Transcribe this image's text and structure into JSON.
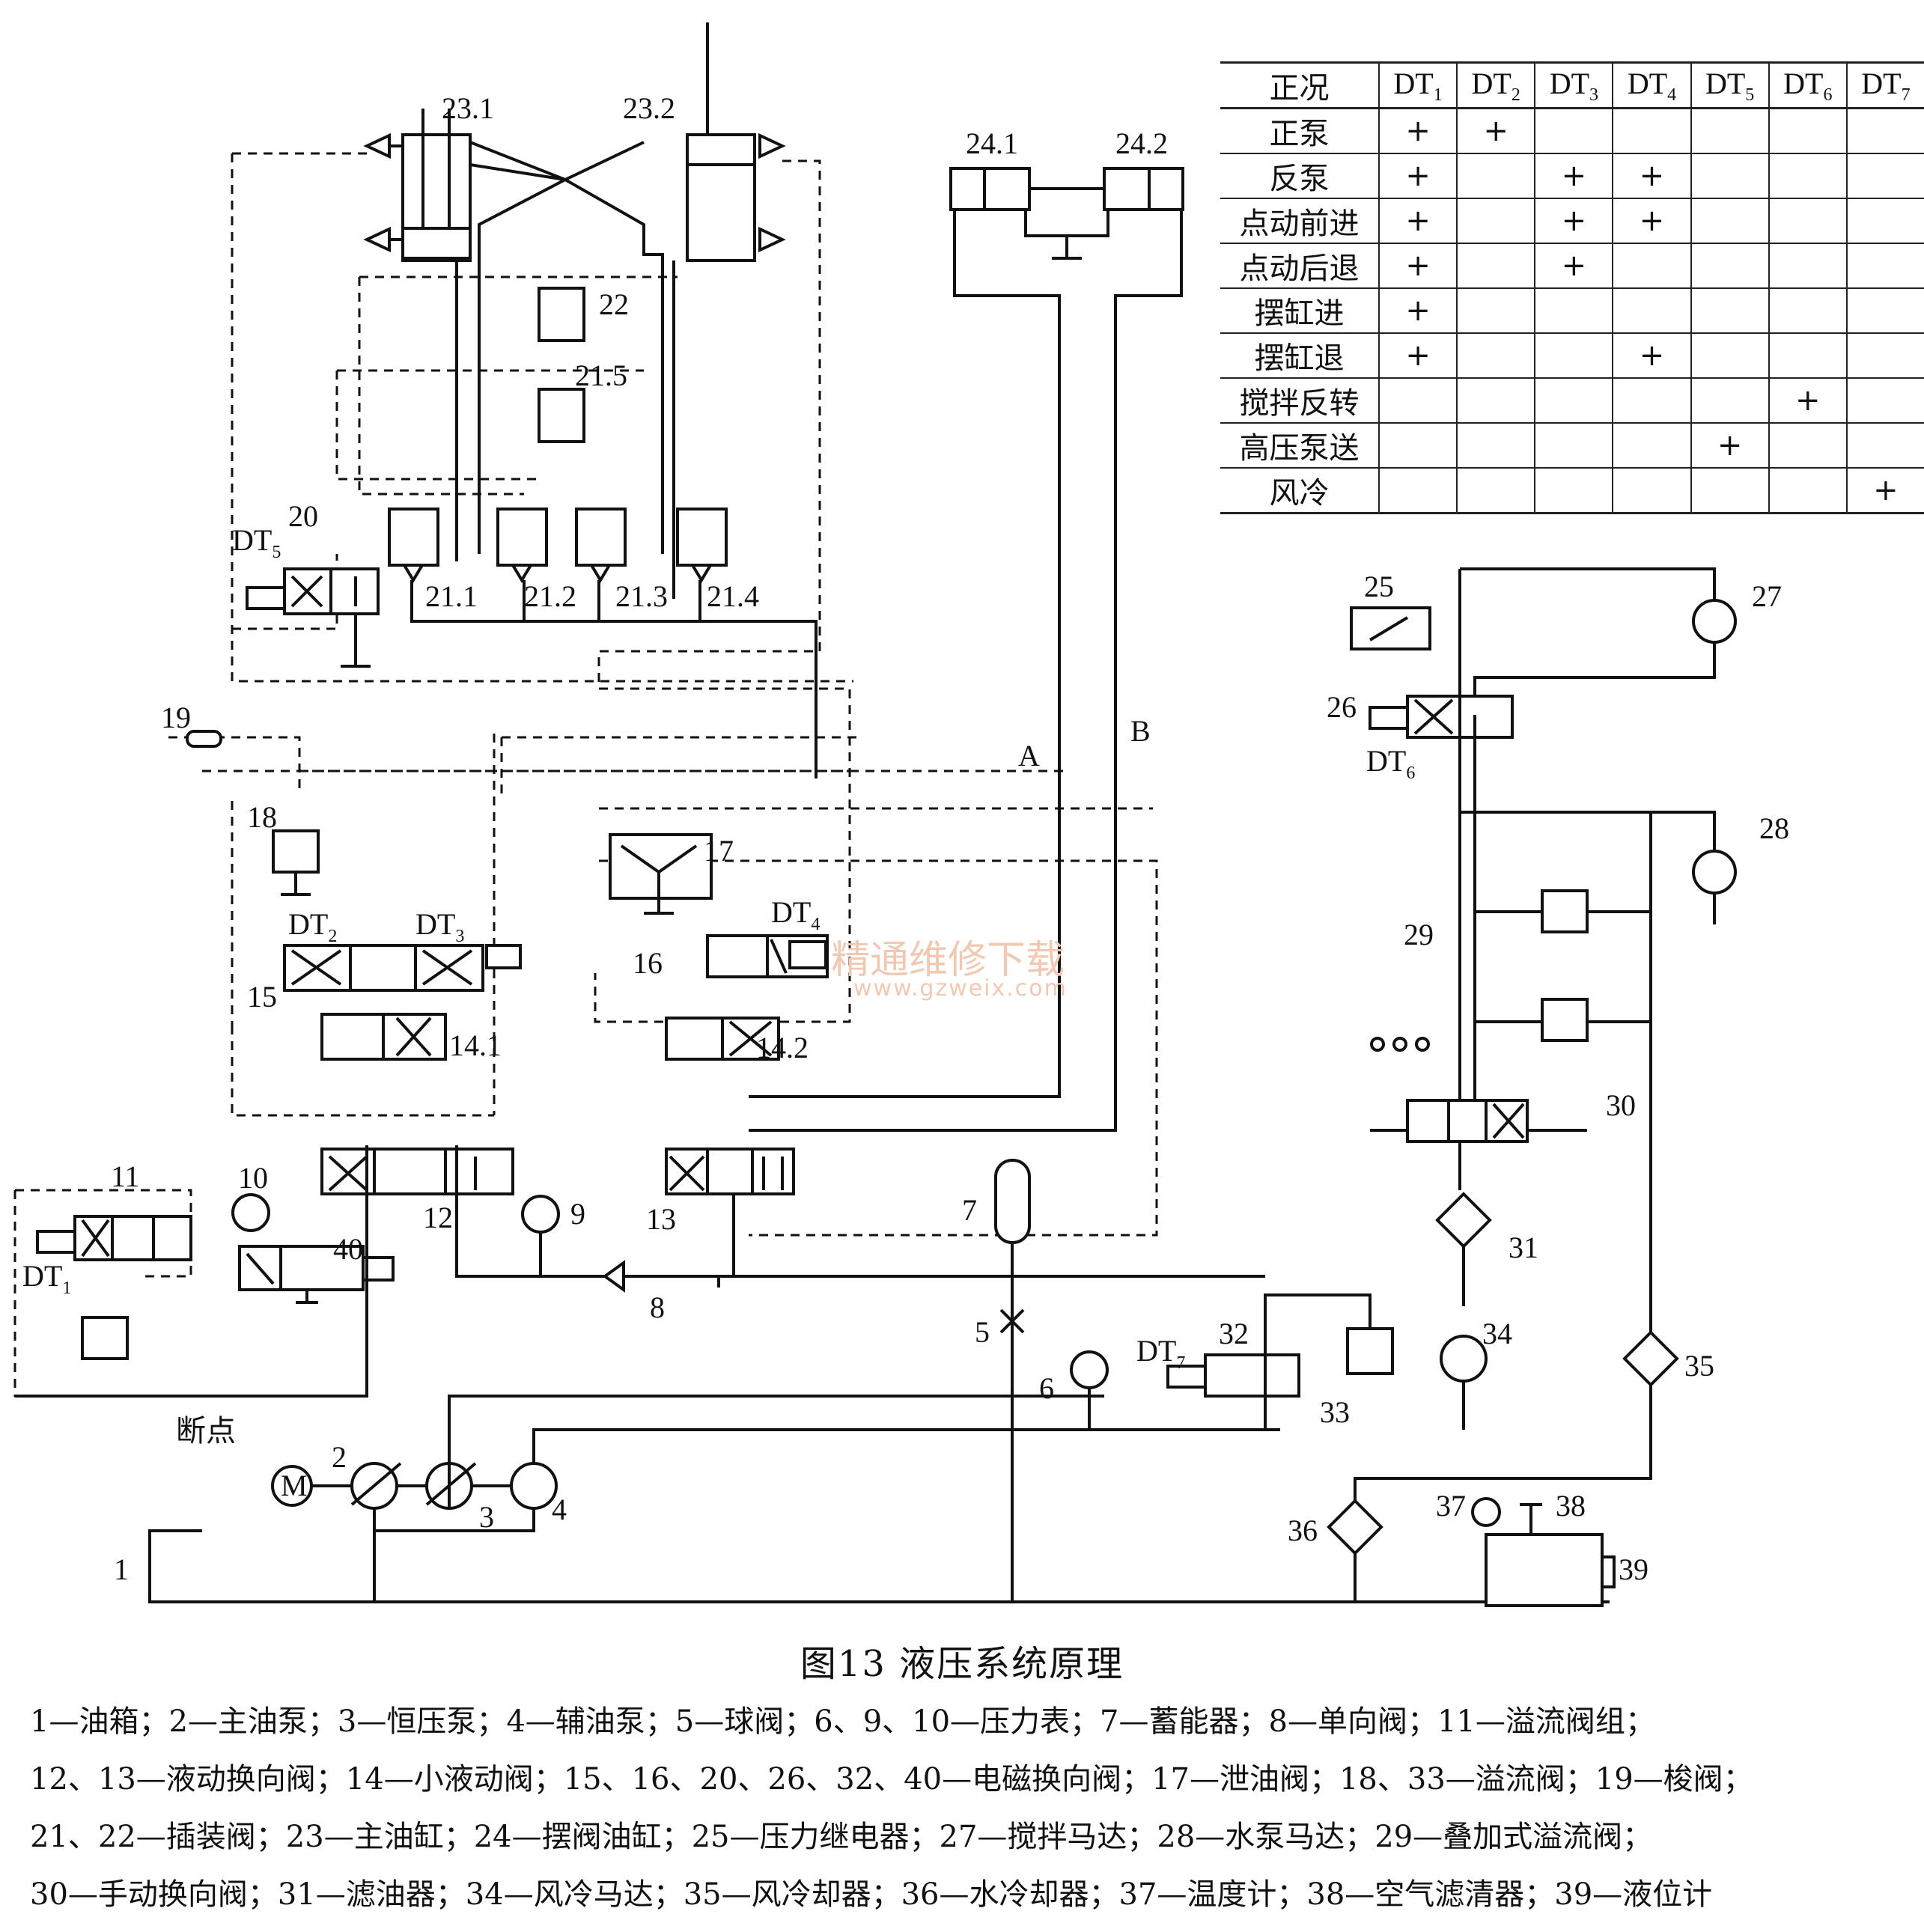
{
  "figure": {
    "caption": "图13    液压系统原理",
    "legend_lines": [
      "1—油箱；2—主油泵；3—恒压泵；4—辅油泵；5—球阀；6、9、10—压力表；7—蓄能器；8—单向阀；11—溢流阀组；",
      "12、13—液动换向阀；14—小液动阀；15、16、20、26、32、40—电磁换向阀；17—泄油阀；18、33—溢流阀；19—梭阀；",
      "21、22—插装阀；23—主油缸；24—摆阀油缸；25—压力继电器；27—搅拌马达；28—水泵马达；29—叠加式溢流阀；",
      "30—手动换向阀；31—滤油器；34—风冷马达；35—风冷却器；36—水冷却器；37—温度计；38—空气滤清器；39—液位计"
    ]
  },
  "watermark": {
    "text": "精通维修下载",
    "url": "www.gzweix.com"
  },
  "operation_table": {
    "corner": "正况",
    "headers": [
      {
        "base": "DT",
        "sub": "1"
      },
      {
        "base": "DT",
        "sub": "2"
      },
      {
        "base": "DT",
        "sub": "3"
      },
      {
        "base": "DT",
        "sub": "4"
      },
      {
        "base": "DT",
        "sub": "5"
      },
      {
        "base": "DT",
        "sub": "6"
      },
      {
        "base": "DT",
        "sub": "7"
      }
    ],
    "rows": [
      {
        "label": "正泵",
        "cells": [
          "+",
          "+",
          "",
          "",
          "",
          "",
          ""
        ]
      },
      {
        "label": "反泵",
        "cells": [
          "+",
          "",
          "+",
          "+",
          "",
          "",
          ""
        ]
      },
      {
        "label": "点动前进",
        "cells": [
          "+",
          "",
          "+",
          "+",
          "",
          "",
          ""
        ]
      },
      {
        "label": "点动后退",
        "cells": [
          "+",
          "",
          "+",
          "",
          "",
          "",
          ""
        ]
      },
      {
        "label": "摆缸进",
        "cells": [
          "+",
          "",
          "",
          "",
          "",
          "",
          ""
        ]
      },
      {
        "label": "摆缸退",
        "cells": [
          "+",
          "",
          "",
          "+",
          "",
          "",
          ""
        ]
      },
      {
        "label": "搅拌反转",
        "cells": [
          "",
          "",
          "",
          "",
          "",
          "+",
          ""
        ]
      },
      {
        "label": "高压泵送",
        "cells": [
          "",
          "",
          "",
          "",
          "+",
          "",
          ""
        ]
      },
      {
        "label": "风冷",
        "cells": [
          "",
          "",
          "",
          "",
          "",
          "",
          "+"
        ]
      }
    ]
  },
  "labels": {
    "c231": "23.1",
    "c232": "23.2",
    "c241": "24.1",
    "c242": "24.2",
    "v22": "22",
    "v215": "21.5",
    "v211": "21.1",
    "v212": "21.2",
    "v213": "21.3",
    "v214": "21.4",
    "v20": "20",
    "v19": "19",
    "v18": "18",
    "v17": "17",
    "v16": "16",
    "v15": "15",
    "v141": "14.1",
    "v142": "14.2",
    "v12": "12",
    "v13": "13",
    "v11": "11",
    "v10": "10",
    "v40": "40",
    "v9": "9",
    "v8": "8",
    "v7": "7",
    "v6": "6",
    "v5": "5",
    "n1": "1",
    "n2": "2",
    "n3": "3",
    "n4": "4",
    "motor": "M",
    "breakpoint": "断点",
    "pA": "A",
    "pB": "B",
    "v25": "25",
    "v26": "26",
    "v27": "27",
    "v28": "28",
    "v29": "29",
    "v30": "30",
    "v31": "31",
    "v32": "32",
    "v33": "33",
    "v34": "34",
    "v35": "35",
    "v36": "36",
    "v37": "37",
    "v38": "38",
    "v39": "39",
    "dt_base": "DT",
    "dt1": "1",
    "dt2": "2",
    "dt3": "3",
    "dt4": "4",
    "dt5": "5",
    "dt6": "6",
    "dt7": "7"
  }
}
